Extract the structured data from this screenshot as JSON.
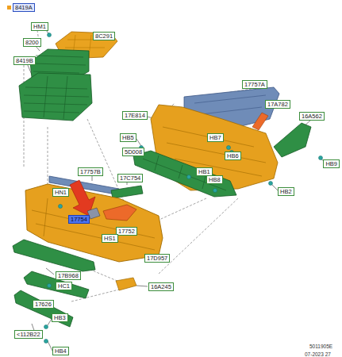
{
  "diagram": {
    "labels": [
      "8419A",
      "HM1",
      "8C291",
      "8200",
      "8419B",
      "17757A",
      "17A782",
      "17E814",
      "16A562",
      "HB5",
      "HB7",
      "HB6",
      "5D008",
      "HB9",
      "17757B",
      "HB1",
      "HB8",
      "17C754",
      "HN1",
      "HB2",
      "17754",
      "17752",
      "HS1",
      "17D957",
      "17B968",
      "HC1",
      "16A245",
      "17626",
      "HB3",
      "<112B22",
      "HB4",
      "5011905E",
      "07-2023 27"
    ]
  }
}
